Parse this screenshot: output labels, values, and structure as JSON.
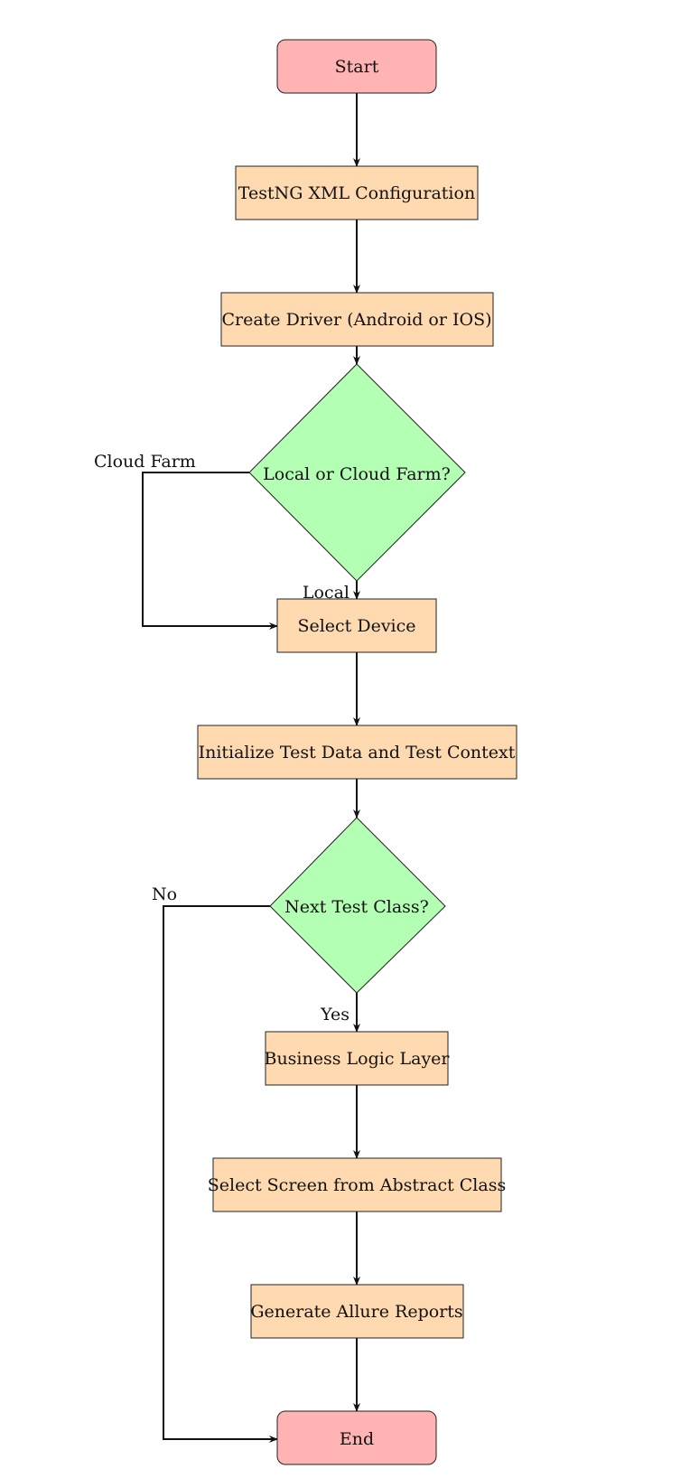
{
  "colors": {
    "terminal_fill": "#ffb3b3",
    "process_fill": "#ffdab0",
    "decision_fill": "#b3ffb3",
    "line": "#111111"
  },
  "nodes": {
    "start": "Start",
    "testng_config": "TestNG XML Configuration",
    "create_driver": "Create Driver (Android or IOS)",
    "local_or_cloud": "Local or Cloud Farm?",
    "select_device": "Select Device",
    "init_test_data": "Initialize Test Data and Test Context",
    "next_test_class": "Next Test Class?",
    "business_logic": "Business Logic Layer",
    "select_screen": "Select Screen from Abstract Class",
    "generate_reports": "Generate Allure Reports",
    "end": "End"
  },
  "edge_labels": {
    "cloud_farm": "Cloud Farm",
    "local": "Local",
    "no": "No",
    "yes": "Yes"
  }
}
